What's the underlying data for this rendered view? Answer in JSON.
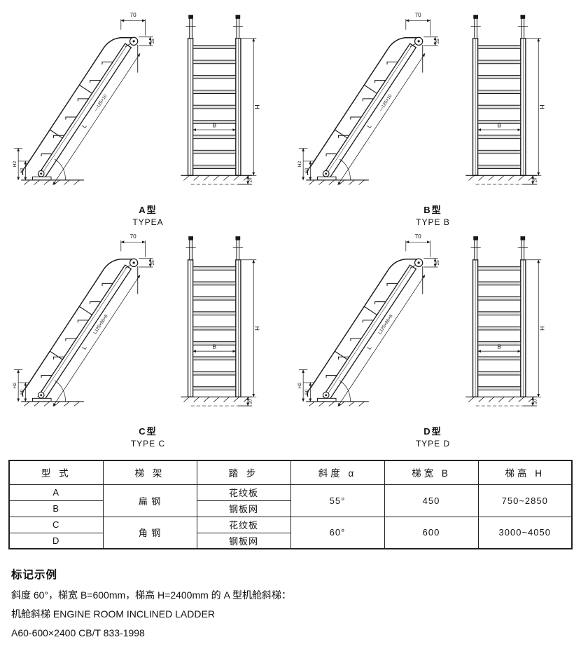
{
  "colors": {
    "ink": "#1a1a1a",
    "paper": "#ffffff"
  },
  "figures": [
    {
      "cn": "A型",
      "en": "TYPEA",
      "stringer": "—125×10"
    },
    {
      "cn": "B型",
      "en": "TYPE B",
      "stringer": "—125×10"
    },
    {
      "cn": "C型",
      "en": "TYPE C",
      "stringer": "L125×80×8"
    },
    {
      "cn": "D型",
      "en": "TYPE D",
      "stringer": "L125×80×8"
    }
  ],
  "drawing_dims": {
    "top_offset": "70",
    "pin": "25",
    "kick": "60",
    "h2": "H2",
    "length": "L",
    "width": "B",
    "height": "H",
    "base": "20"
  },
  "table": {
    "headers": [
      "型 式",
      "梯 架",
      "踏 步",
      "斜度 α",
      "梯宽 B",
      "梯高 H"
    ],
    "rows": [
      {
        "type": "A",
        "frame": "扁 钢",
        "step": "花纹板",
        "angle": "55°",
        "width": "450",
        "height": "750~2850"
      },
      {
        "type": "B",
        "step": "钢板网"
      },
      {
        "type": "C",
        "frame": "角 钢",
        "step": "花纹板",
        "angle": "60°",
        "width": "600",
        "height": "3000~4050"
      },
      {
        "type": "D",
        "step": "钢板网"
      }
    ]
  },
  "notes": {
    "heading": "标记示例",
    "line1": "斜度 60°，梯宽 B=600mm，梯高 H=2400mm 的 A 型机舱斜梯：",
    "line2": "机舱斜梯 ENGINE ROOM INCLINED LADDER",
    "line3": "A60-600×2400 CB/T 833-1998"
  }
}
